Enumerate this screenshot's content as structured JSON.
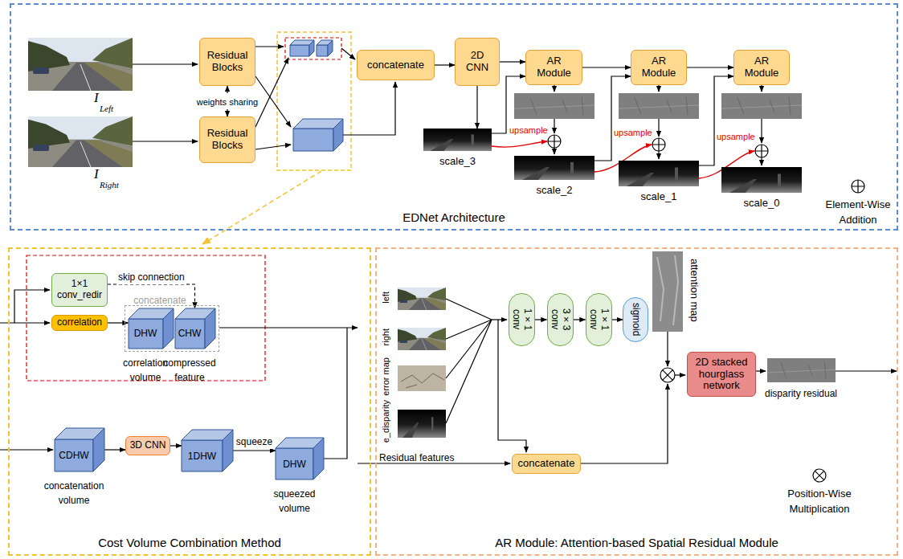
{
  "diagram": {
    "nodes": [
      {
        "text": [
          "EDNet Architecture"
        ]
      },
      {
        "text": [
          "Residual Blocks"
        ],
        "in": 0
      },
      {
        "text": [
          "Residual Blocks"
        ],
        "in": 0
      },
      {
        "text": [
          "concatenate"
        ],
        "in": 0
      },
      {
        "text": [
          "2D CNN"
        ],
        "in": 0
      },
      {
        "text": [
          "scale_3"
        ],
        "in": 0
      },
      {
        "text": [
          "AR Module"
        ],
        "in": 0
      },
      {
        "text": [
          "scale_2"
        ],
        "in": 0
      },
      {
        "text": [
          "AR Module"
        ],
        "in": 0
      },
      {
        "text": [
          "scale_1"
        ],
        "in": 0
      },
      {
        "text": [
          "AR Module"
        ],
        "in": 0
      },
      {
        "text": [
          "scale_0"
        ],
        "in": 0
      },
      {
        "text": [
          "Cost Volume Combination Method"
        ]
      },
      {
        "text": [
          "1×1 conv_redir"
        ],
        "in": 12
      },
      {
        "text": [
          "correlation"
        ],
        "in": 12
      },
      {
        "text": [
          "concatenate"
        ],
        "in": 12
      },
      {
        "text": [
          "DHW",
          "correlation volume"
        ],
        "in": 15
      },
      {
        "text": [
          "CHW",
          "compressed feature"
        ],
        "in": 15
      },
      {
        "text": [
          "CDHW",
          "concatenation volume"
        ],
        "in": 12
      },
      {
        "text": [
          "3D CNN"
        ],
        "in": 12
      },
      {
        "text": [
          "1DHW"
        ],
        "in": 12
      },
      {
        "text": [
          "DHW",
          "squeezed volume"
        ],
        "in": 12
      },
      {
        "text": [
          "AR Module: Attention-based Spatial Residual Module"
        ]
      },
      {
        "text": [
          "1×1 conv"
        ],
        "in": 22
      },
      {
        "text": [
          "3×3 conv"
        ],
        "in": 22
      },
      {
        "text": [
          "1×1 conv"
        ],
        "in": 22
      },
      {
        "text": [
          "sigmoid"
        ],
        "in": 22
      },
      {
        "text": [
          "2D stacked hourglass network"
        ],
        "in": 22
      },
      {
        "text": [
          "concatenate"
        ],
        "in": 22
      }
    ],
    "edges": [
      {
        "from": 1,
        "to": 2,
        "arrow": "both",
        "label": "weights sharing"
      },
      {
        "from": 3,
        "to": 4,
        "arrow": "to"
      },
      {
        "from": 4,
        "to": 6,
        "arrow": "to"
      },
      {
        "from": 6,
        "to": 8,
        "arrow": "to"
      },
      {
        "from": 8,
        "to": 10,
        "arrow": "to"
      },
      {
        "from": 4,
        "to": 5,
        "arrow": "to"
      },
      {
        "from": 5,
        "to": 6,
        "arrow": "to"
      },
      {
        "from": 7,
        "to": 8,
        "arrow": "to"
      },
      {
        "from": 9,
        "to": 10,
        "arrow": "to"
      },
      {
        "from": 13,
        "to": 17,
        "arrow": "to",
        "label": "skip connection"
      },
      {
        "from": 14,
        "to": 16,
        "arrow": "to"
      },
      {
        "from": 18,
        "to": 19,
        "arrow": "to"
      },
      {
        "from": 19,
        "to": 20,
        "arrow": "to"
      },
      {
        "from": 20,
        "to": 21,
        "arrow": "to",
        "label": "squeeze"
      },
      {
        "from": 23,
        "to": 24,
        "arrow": "to"
      },
      {
        "from": 24,
        "to": 25,
        "arrow": "to"
      },
      {
        "from": 25,
        "to": 26,
        "arrow": "to"
      }
    ],
    "labels": [
      "I",
      "Left",
      "I",
      "Right",
      "upsample",
      "upsample",
      "upsample",
      "left",
      "right",
      "error map",
      "e_disparity",
      "attention map",
      "disparity residual",
      "Residual features"
    ],
    "legend": [
      {
        "text": "Element-Wise Addition"
      },
      {
        "text": "Position-Wise Multiplication"
      }
    ]
  }
}
